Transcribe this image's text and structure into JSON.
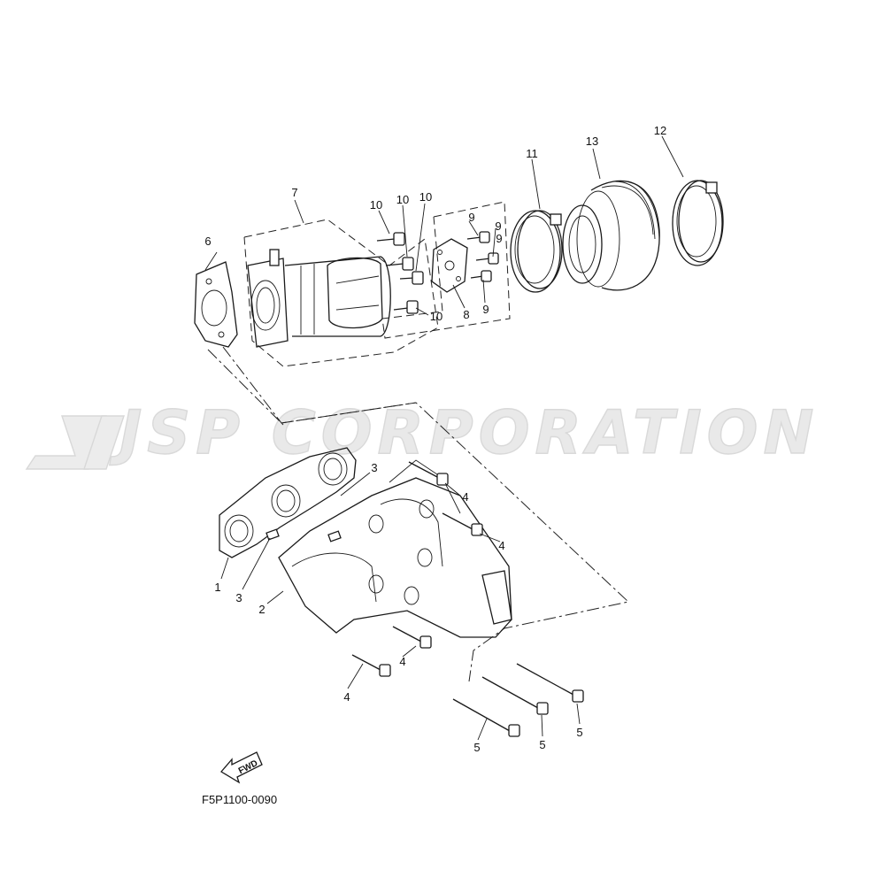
{
  "watermark": {
    "text": "JSP CORPORATION"
  },
  "diagram_code": "F5P1100-0090",
  "fwd_label": "FWD",
  "callouts": [
    {
      "id": "c1",
      "label": "1"
    },
    {
      "id": "c2",
      "label": "2"
    },
    {
      "id": "c3a",
      "label": "3"
    },
    {
      "id": "c3b",
      "label": "3"
    },
    {
      "id": "c4a",
      "label": "4"
    },
    {
      "id": "c4b",
      "label": "4"
    },
    {
      "id": "c4c",
      "label": "4"
    },
    {
      "id": "c4d",
      "label": "4"
    },
    {
      "id": "c5a",
      "label": "5"
    },
    {
      "id": "c5b",
      "label": "5"
    },
    {
      "id": "c5c",
      "label": "5"
    },
    {
      "id": "c6",
      "label": "6"
    },
    {
      "id": "c7",
      "label": "7"
    },
    {
      "id": "c8",
      "label": "8"
    },
    {
      "id": "c9a",
      "label": "9"
    },
    {
      "id": "c9b",
      "label": "9"
    },
    {
      "id": "c9c",
      "label": "9"
    },
    {
      "id": "c9d",
      "label": "9"
    },
    {
      "id": "c10a",
      "label": "10"
    },
    {
      "id": "c10b",
      "label": "10"
    },
    {
      "id": "c10c",
      "label": "10"
    },
    {
      "id": "c10d",
      "label": "10"
    },
    {
      "id": "c11",
      "label": "11"
    },
    {
      "id": "c12",
      "label": "12"
    },
    {
      "id": "c13",
      "label": "13"
    }
  ]
}
